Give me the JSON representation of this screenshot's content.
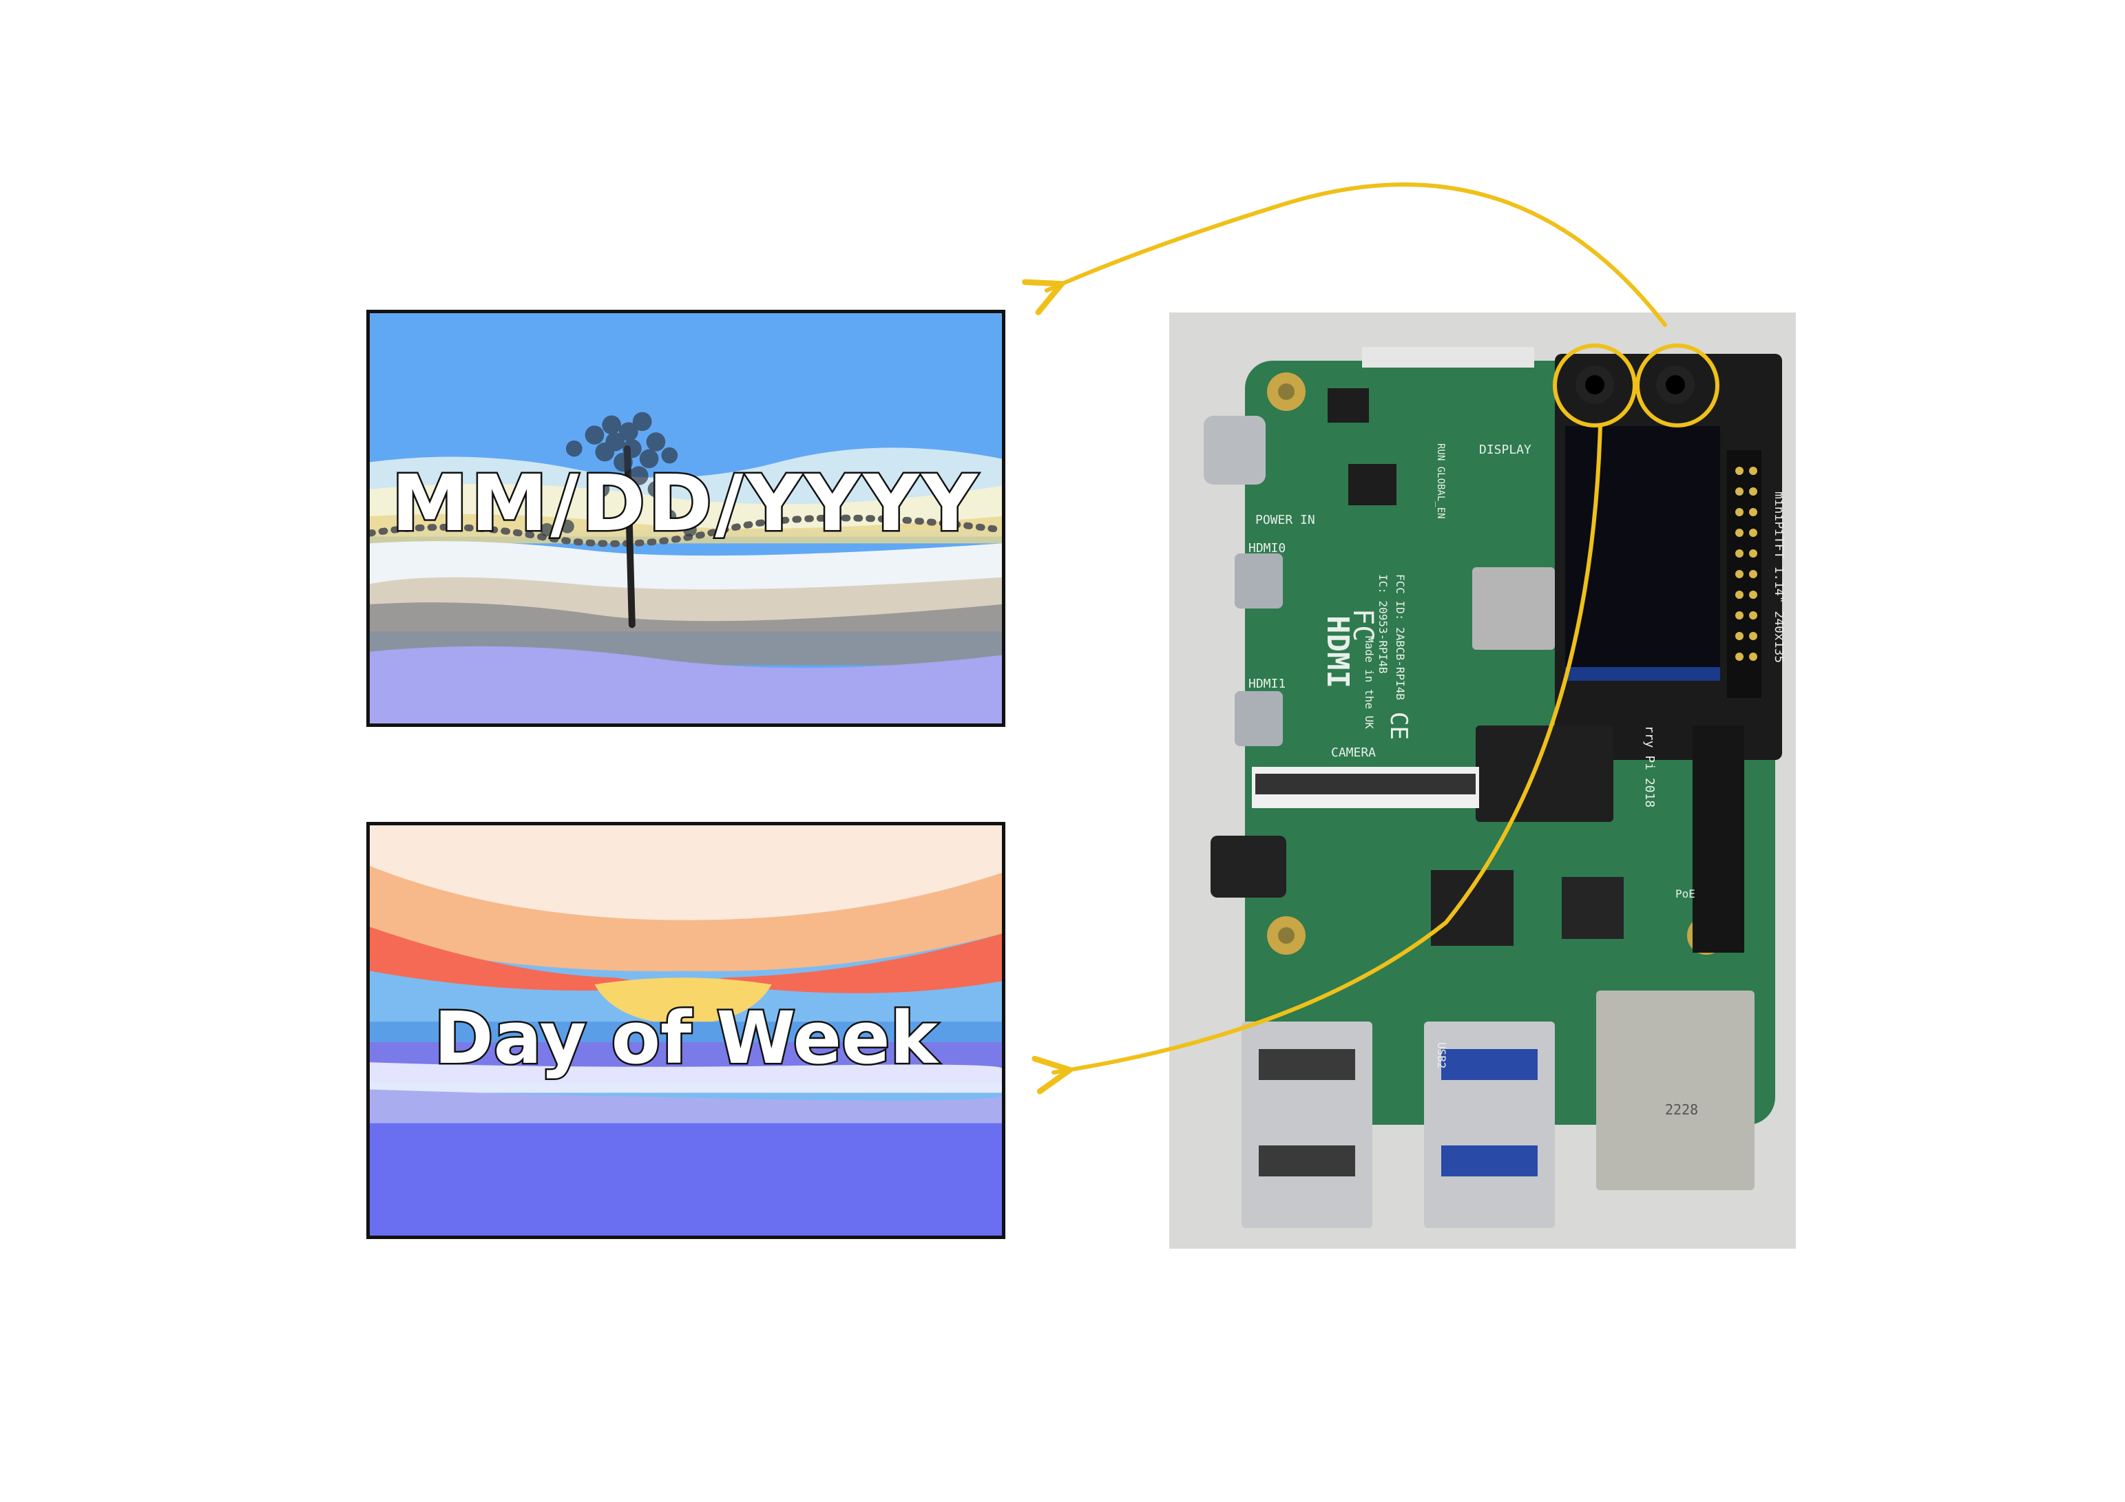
{
  "panels": {
    "date": {
      "caption": "MM/DD/YYYY"
    },
    "day": {
      "caption": "Day of Week"
    }
  },
  "board_photo": {
    "silkscreen": {
      "power_in": "POWER IN",
      "hdmi0": "HDMI0",
      "hdmi1": "HDMI1",
      "camera": "CAMERA",
      "display": "DISPLAY",
      "hdmi_logo": "HDMI",
      "fcc": "FC",
      "ce": "CE",
      "fcc_id": "FCC ID: 2ABCB-RPI4B",
      "ic": "IC: 20953-RPI4B",
      "made_in": "Made in the UK",
      "display_label": "miniPiTFT 1.14\" 240x135",
      "year": "rry Pi 2018",
      "usb2": "USB2",
      "run": "RUN GLOBAL_EN",
      "poe": "PoE",
      "jack": "2228"
    }
  },
  "colors": {
    "accent_arrow": "#f0c01a",
    "panel_border": "#111111",
    "board_green": "#2f7a4f",
    "photo_background": "#d9d9d7"
  },
  "icons": [
    "button-highlight-circle-icon",
    "arrow-icon"
  ]
}
